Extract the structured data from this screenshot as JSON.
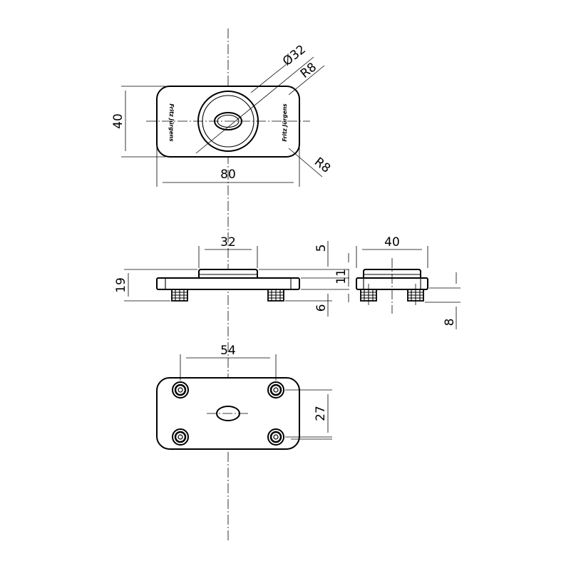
{
  "dimensions": {
    "top_diameter": "Ø32",
    "top_radius_upper": "R8",
    "top_radius_lower": "R8",
    "top_height": "40",
    "top_width": "80",
    "front_boss_width": "32",
    "front_total_height": "19",
    "front_boss_height": "5",
    "front_plate_height": "11",
    "front_foot_height": "6",
    "side_width": "40",
    "side_foot_height": "8",
    "bottom_hole_spacing_x": "54",
    "bottom_hole_spacing_y": "27"
  },
  "logos": {
    "left": "Fritz Jürgens",
    "right": "Fritz Jürgens"
  }
}
